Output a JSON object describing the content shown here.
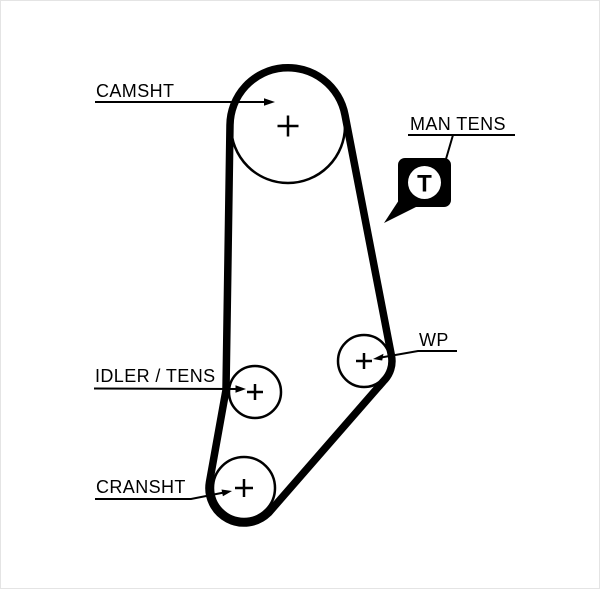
{
  "diagram": {
    "title": "timing-belt-routing-diagram",
    "labels": {
      "camshaft": "CAMSHT",
      "manual_tensioner": "MAN TENS",
      "water_pump": "WP",
      "idler_tensioner": "IDLER / TENS",
      "crankshaft": "CRANSHT"
    },
    "icon": {
      "tensioner_glyph": "T"
    },
    "colors": {
      "line": "#000000",
      "background": "#ffffff",
      "border": "#e4e4e4"
    }
  }
}
